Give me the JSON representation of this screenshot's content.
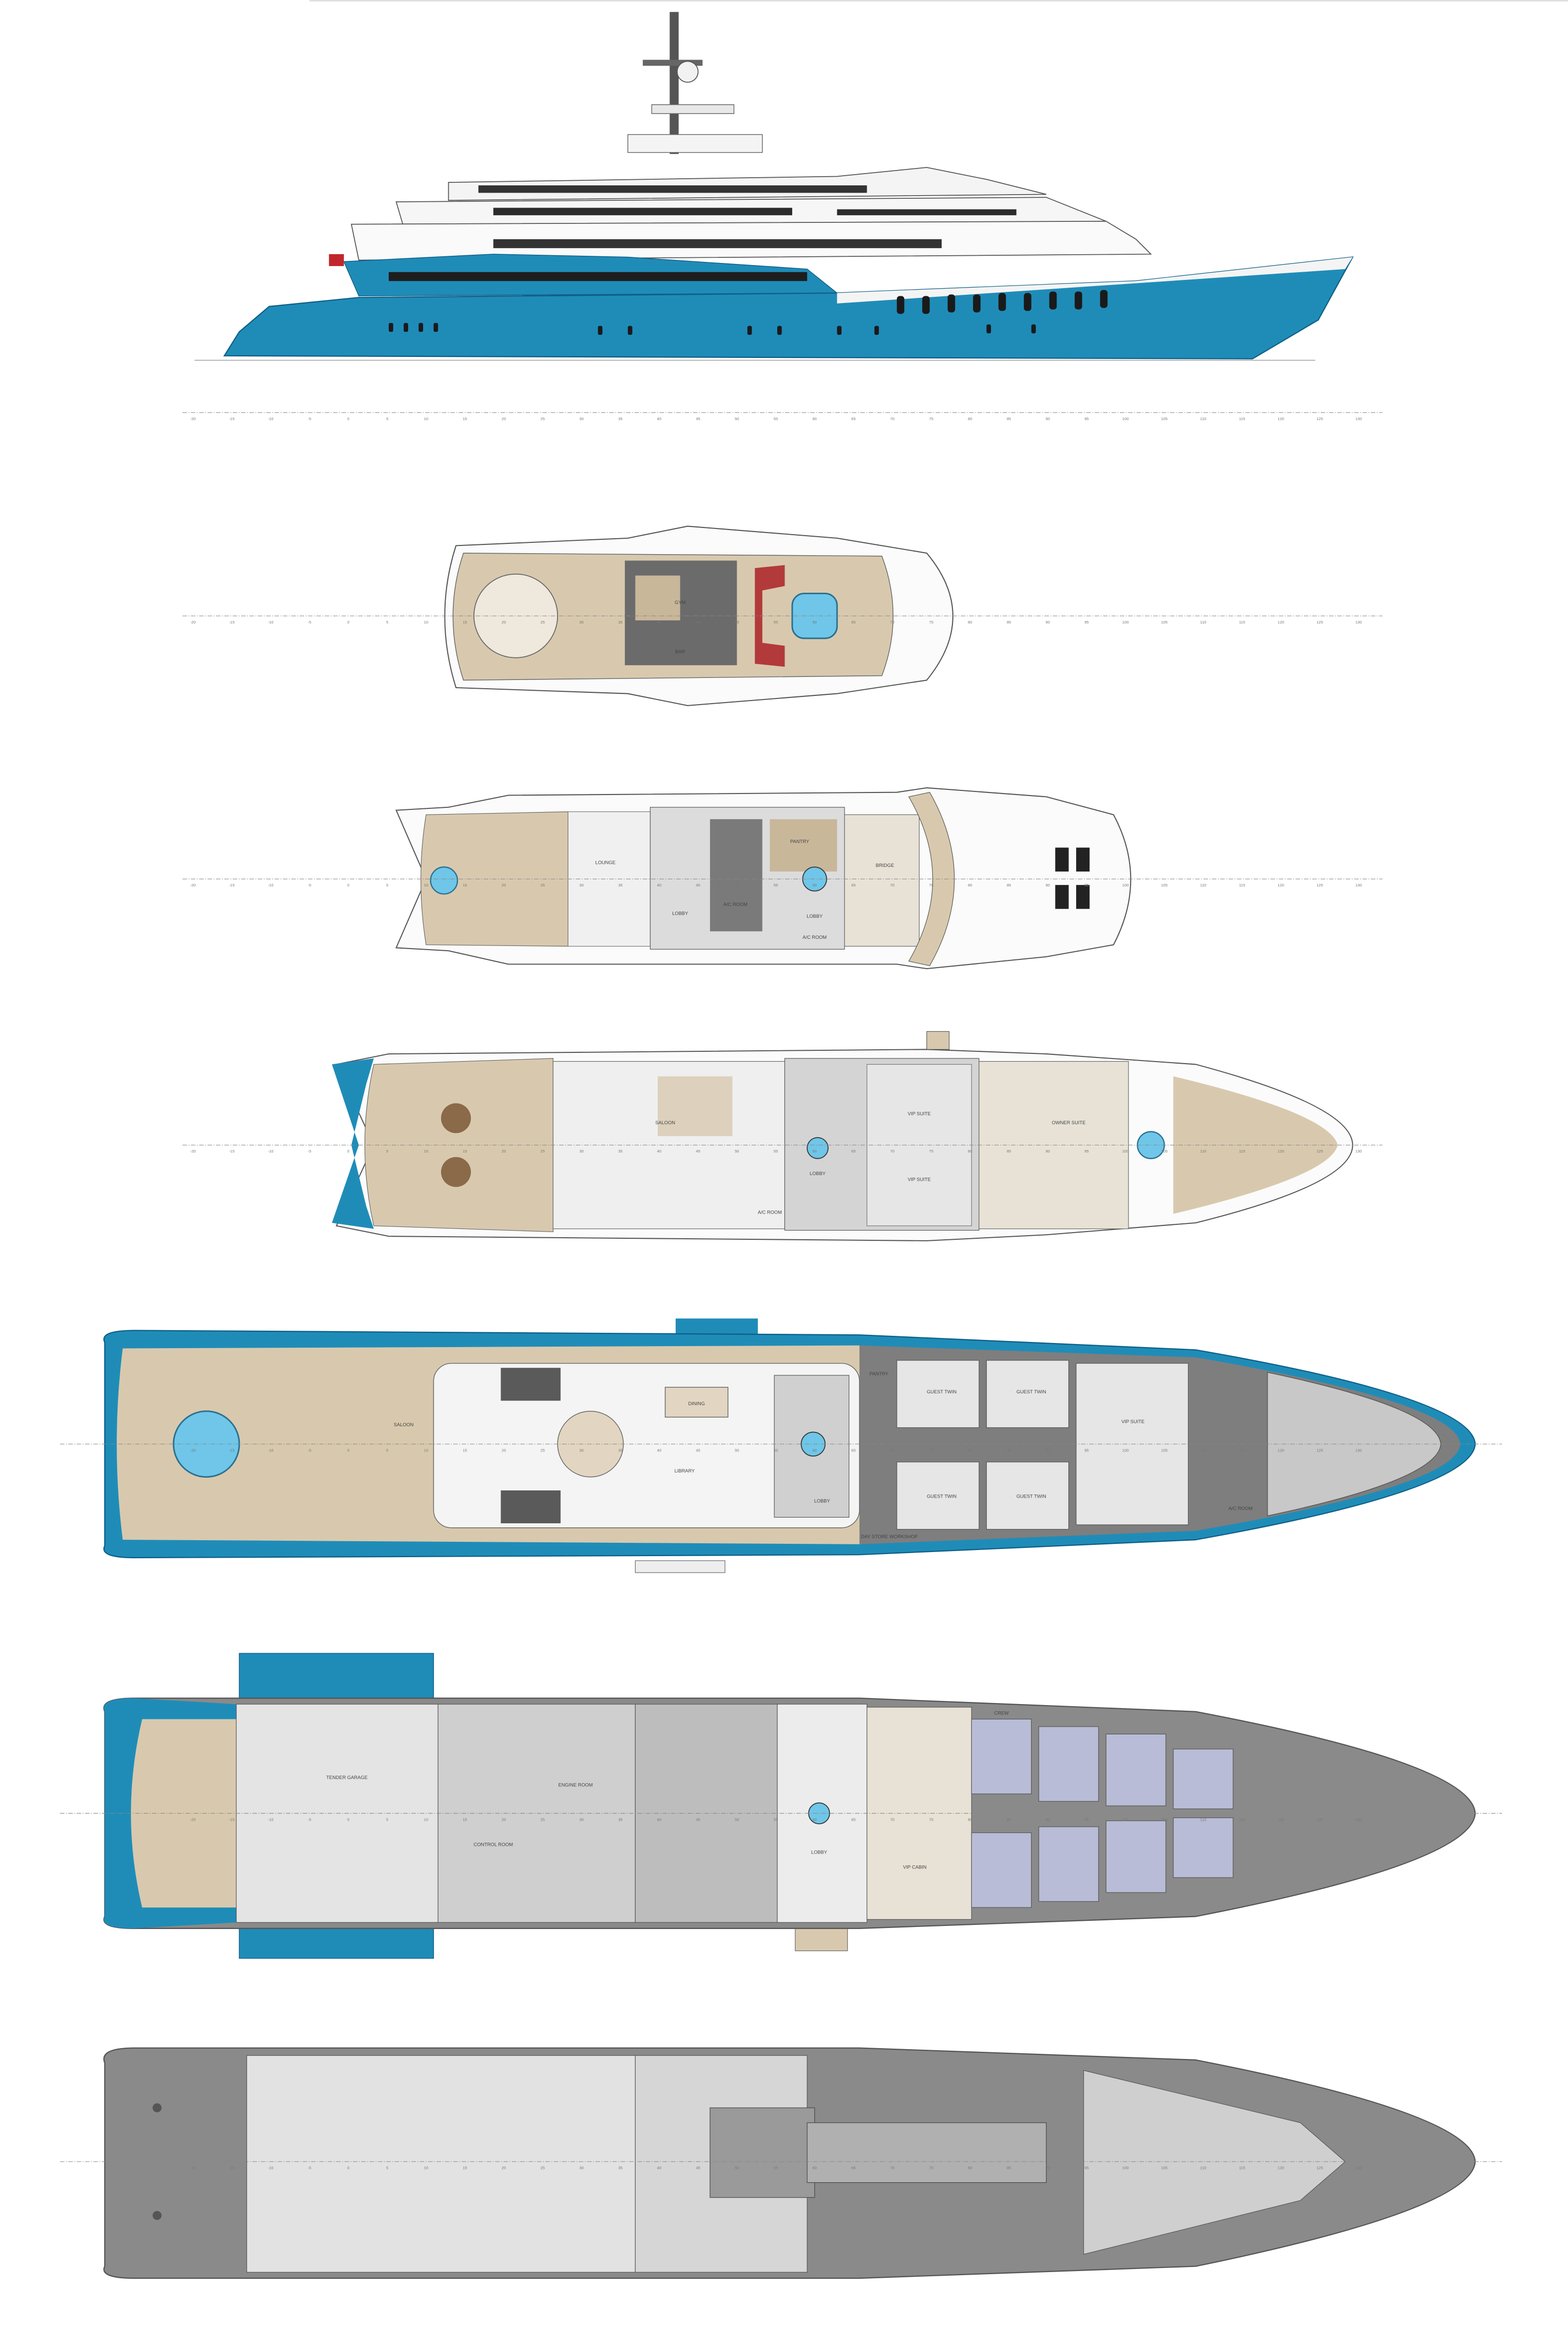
{
  "colors": {
    "hull_blue": "#1f8cb8",
    "hull_blue_dark": "#0f5f86",
    "teak": "#d8c9ae",
    "hull_grey": "#8c8c8c",
    "floor_light": "#ececec",
    "furniture_dark": "#5a5a5a",
    "pool_water": "#6fc6e8"
  },
  "scale": {
    "frame_labels": [
      "-20",
      "-15",
      "-10",
      "-5",
      "0",
      "5",
      "10",
      "15",
      "20",
      "25",
      "30",
      "35",
      "40",
      "45",
      "50",
      "55",
      "60",
      "65",
      "70",
      "75",
      "80",
      "85",
      "90",
      "95",
      "100",
      "105",
      "110",
      "115",
      "120",
      "125",
      "130"
    ]
  },
  "decks": {
    "sun": {
      "rooms": [
        "GYM",
        "BAR"
      ]
    },
    "bridge": {
      "rooms": [
        "LOUNGE",
        "LOBBY",
        "A/C ROOM",
        "PANTRY",
        "LOBBY",
        "A/C ROOM",
        "BRIDGE"
      ]
    },
    "upper": {
      "rooms": [
        "SALOON",
        "LOBBY",
        "A/C ROOM",
        "VIP SUITE",
        "VIP SUITE",
        "OWNER SUITE"
      ]
    },
    "main": {
      "rooms": [
        "SALOON",
        "LIBRARY",
        "DINING",
        "LOBBY",
        "PANTRY",
        "GUEST TWIN",
        "GUEST TWIN",
        "GUEST TWIN",
        "GUEST TWIN",
        "VIP SUITE",
        "A/C ROOM",
        "DAY STORE WORKSHOP"
      ]
    },
    "lower": {
      "rooms": [
        "TENDER GARAGE",
        "ENGINE ROOM",
        "CONTROL ROOM",
        "LOBBY",
        "VIP CABIN",
        "CREW"
      ]
    },
    "tank": {
      "rooms": []
    }
  }
}
